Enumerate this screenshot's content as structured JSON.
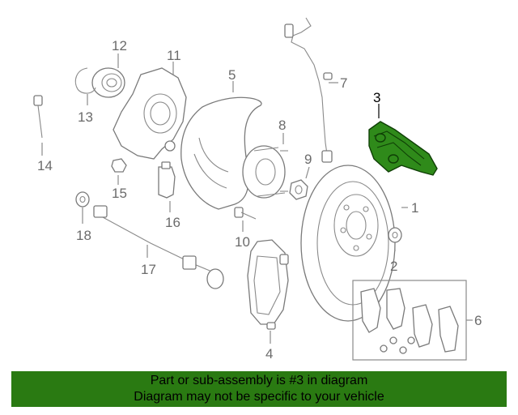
{
  "diagram": {
    "callouts": [
      {
        "id": "1",
        "label": "1"
      },
      {
        "id": "2",
        "label": "2"
      },
      {
        "id": "3",
        "label": "3",
        "highlighted": true
      },
      {
        "id": "4",
        "label": "4"
      },
      {
        "id": "5",
        "label": "5"
      },
      {
        "id": "6",
        "label": "6"
      },
      {
        "id": "7",
        "label": "7"
      },
      {
        "id": "8",
        "label": "8"
      },
      {
        "id": "9",
        "label": "9"
      },
      {
        "id": "10",
        "label": "10"
      },
      {
        "id": "11",
        "label": "11"
      },
      {
        "id": "12",
        "label": "12"
      },
      {
        "id": "13",
        "label": "13"
      },
      {
        "id": "14",
        "label": "14"
      },
      {
        "id": "15",
        "label": "15"
      },
      {
        "id": "16",
        "label": "16"
      },
      {
        "id": "17",
        "label": "17"
      },
      {
        "id": "18",
        "label": "18"
      }
    ],
    "highlight_color": "#2f8a1a",
    "line_color": "#7a7a7a"
  },
  "banner": {
    "line1": "Part or sub-assembly is #3 in diagram",
    "line2": "Diagram may not be specific to your vehicle",
    "background": "#2a7a12"
  }
}
